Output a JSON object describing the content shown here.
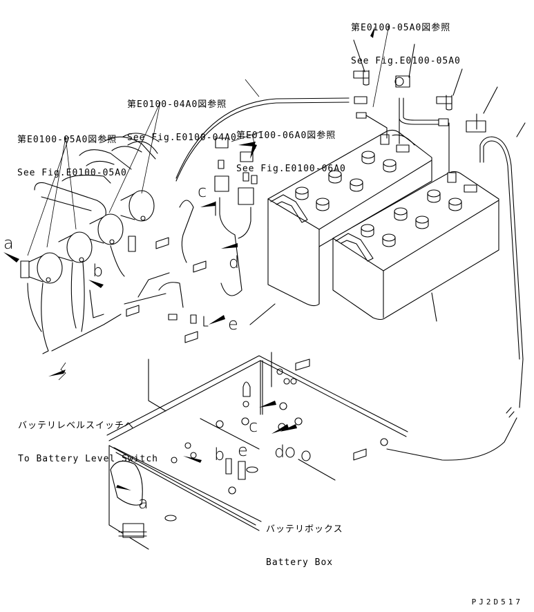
{
  "diagram": {
    "title": "Battery and Battery Box Wiring — Exploded View",
    "drawing_code": "PJ2D517",
    "references": [
      {
        "id": "ref-top-right",
        "jp": "第E0100-05A0図参照",
        "en": "See Fig.E0100-05A0"
      },
      {
        "id": "ref-center",
        "jp": "第E0100-04A0図参照",
        "en": "See Fig.E0100-04A0"
      },
      {
        "id": "ref-left",
        "jp": "第E0100-05A0図参照",
        "en": "See Fig.E0100-05A0"
      },
      {
        "id": "ref-relays",
        "jp": "第E0100-06A0図参照",
        "en": "See Fig.E0100-06A0"
      }
    ],
    "notes": [
      {
        "id": "note-level-switch",
        "jp": "バッテリレベルスイッチへ",
        "en": "To Battery Level Switch"
      },
      {
        "id": "note-battery-box",
        "jp": "バッテリボックス",
        "en": "Battery Box"
      }
    ],
    "callouts": {
      "a_upper": "a",
      "b_upper": "b",
      "c_upper": "c",
      "d_upper": "d",
      "e_upper": "e",
      "a_lower": "a",
      "b_lower": "b",
      "c_lower": "c",
      "d_lower": "d",
      "e_lower": "e"
    },
    "parts": [
      "battery-1",
      "battery-2",
      "battery-box",
      "battery-relay-1",
      "battery-relay-2",
      "battery-relay-3",
      "battery-relay-4",
      "fuse-relay-1",
      "fuse-relay-2",
      "terminal-cover-1",
      "terminal-cover-2",
      "terminal-cover-3",
      "terminal-cover-4",
      "ground-cable",
      "battery-cable",
      "bolts"
    ]
  }
}
